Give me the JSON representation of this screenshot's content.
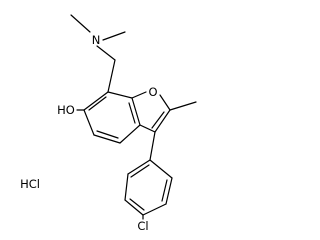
{
  "molecule": {
    "atoms": {
      "nitrogen": "N",
      "oxygen_ring": "O",
      "hydroxyl": "HO",
      "chlorine": "Cl",
      "salt": "HCl"
    },
    "colors": {
      "stroke": "#000000",
      "text": "#000000",
      "background": "#ffffff"
    }
  }
}
